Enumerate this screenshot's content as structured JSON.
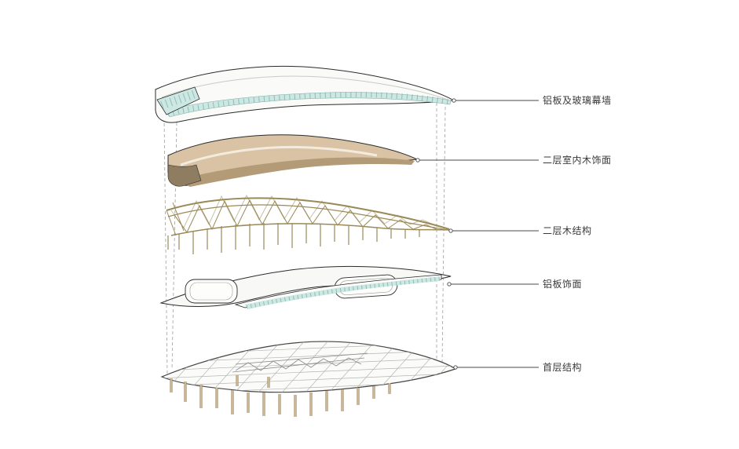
{
  "diagram": {
    "type": "exploded-axonometric-building-diagram",
    "layers": [
      {
        "id": "curtain-wall",
        "label": "铝板及玻璃幕墙"
      },
      {
        "id": "wood-finish-l2",
        "label": "二层室内木饰面"
      },
      {
        "id": "wood-structure-l2",
        "label": "二层木结构"
      },
      {
        "id": "aluminum-finish",
        "label": "铝板饰面"
      },
      {
        "id": "ground-structure",
        "label": "首层结构"
      }
    ],
    "colors": {
      "background": "#ffffff",
      "glass": "#cde7e3",
      "glass_mullion": "#86b7b0",
      "aluminum": "#fafaf8",
      "wood_light": "#d9c3a4",
      "wood_medium": "#b49b78",
      "wood_dark": "#8e7d60",
      "timber_line": "#9a8a57",
      "column_wood": "#cbb691",
      "outline": "#2b2b2b",
      "leader_line": "#4a4a4a",
      "guide_dash": "#9f9f9f"
    }
  }
}
